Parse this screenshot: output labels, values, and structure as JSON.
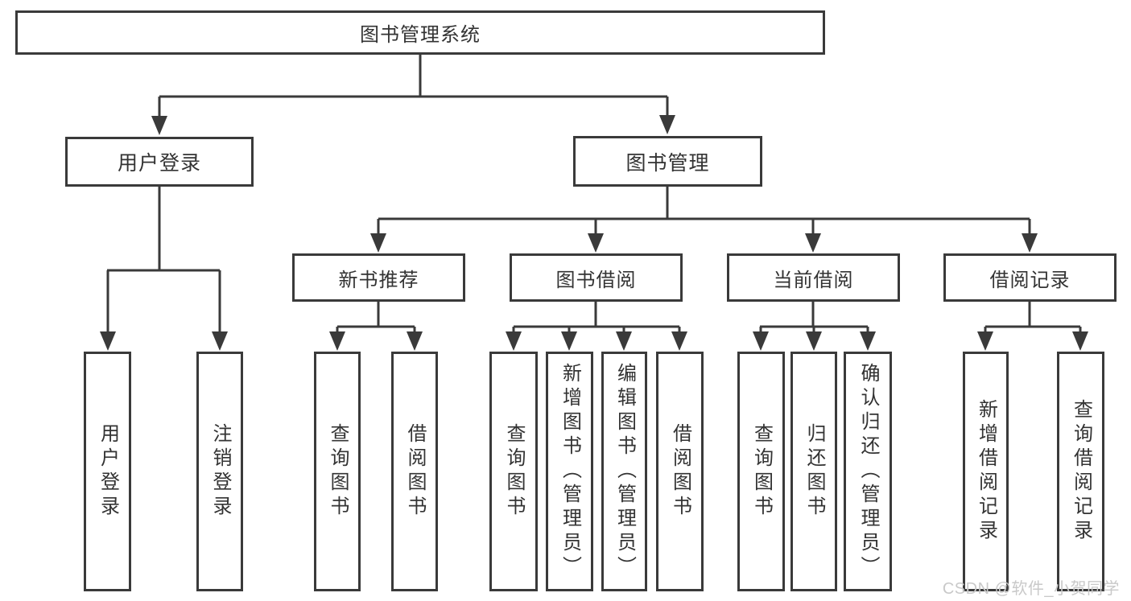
{
  "diagram": {
    "type": "tree",
    "title": "图书管理系统",
    "colors": {
      "line": "#3a3a3a",
      "border": "#3a3a3a",
      "text": "#333333",
      "box_background": "#ffffff",
      "page_background": "#ffffff",
      "watermark": "#c9c9c9"
    }
  },
  "nodes": {
    "root": "图书管理系统",
    "l2": [
      "用户登录",
      "图书管理"
    ],
    "l3": [
      "新书推荐",
      "图书借阅",
      "当前借阅",
      "借阅记录"
    ],
    "leaves": [
      "用户登录",
      "注销登录",
      "查询图书",
      "借阅图书",
      "查询图书",
      "新增图书（管理员）",
      "编辑图书（管理员）",
      "借阅图书",
      "查询图书",
      "归还图书",
      "确认归还（管理员）",
      "新增借阅记录",
      "查询借阅记录"
    ]
  },
  "hierarchy": {
    "图书管理系统": [
      "用户登录",
      "图书管理"
    ],
    "用户登录": [
      "用户登录",
      "注销登录"
    ],
    "图书管理": [
      "新书推荐",
      "图书借阅",
      "当前借阅",
      "借阅记录"
    ],
    "新书推荐": [
      "查询图书",
      "借阅图书"
    ],
    "图书借阅": [
      "查询图书",
      "新增图书（管理员）",
      "编辑图书（管理员）",
      "借阅图书"
    ],
    "当前借阅": [
      "查询图书",
      "归还图书",
      "确认归还（管理员）"
    ],
    "借阅记录": [
      "新增借阅记录",
      "查询借阅记录"
    ]
  },
  "watermark": {
    "text": "CSDN @软件_小贺同学"
  }
}
